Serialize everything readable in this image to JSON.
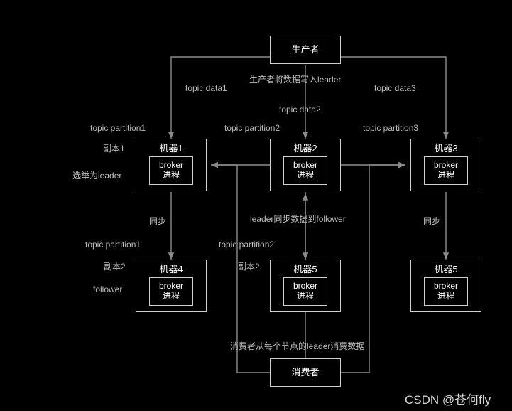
{
  "diagram": {
    "background": "#000000",
    "node_border": "#cfcfcf",
    "edge_color": "#8c8c8c",
    "label_color": "#bdbdbd",
    "nodes": {
      "producer": {
        "title": "生产者"
      },
      "consumer": {
        "title": "消费者"
      },
      "m1": {
        "title": "机器1",
        "inner": "broker\n进程",
        "inner_line1": "broker",
        "inner_line2": "进程"
      },
      "m2": {
        "title": "机器2",
        "inner_line1": "broker",
        "inner_line2": "进程"
      },
      "m3": {
        "title": "机器3",
        "inner_line1": "broker",
        "inner_line2": "进程"
      },
      "m4": {
        "title": "机器4",
        "inner_line1": "broker",
        "inner_line2": "进程"
      },
      "m5": {
        "title": "机器5",
        "inner_line1": "broker",
        "inner_line2": "进程"
      },
      "m6": {
        "title": "机器5",
        "inner_line1": "broker",
        "inner_line2": "进程"
      }
    },
    "labels": {
      "producer_write": "生产者将数据写入leader",
      "topic_data1": "topic data1",
      "topic_data2": "topic data2",
      "topic_data3": "topic data3",
      "topic_partition1_top": "topic partition1",
      "topic_partition2_top": "topic partition2",
      "topic_partition3_top": "topic partition3",
      "replica1": "副本1",
      "elect_leader": "选举为leader",
      "sync_left": "同步",
      "sync_right": "同步",
      "leader_sync": "leader同步数据到follower",
      "topic_partition1_mid": "topic partition1",
      "topic_partition2_mid": "topic partition2",
      "replica2_left": "副本2",
      "replica2_mid": "副本2",
      "follower": "follower",
      "consumer_read": "消费者从每个节点的leader消费数据"
    },
    "watermark": "CSDN @苍何fly"
  }
}
